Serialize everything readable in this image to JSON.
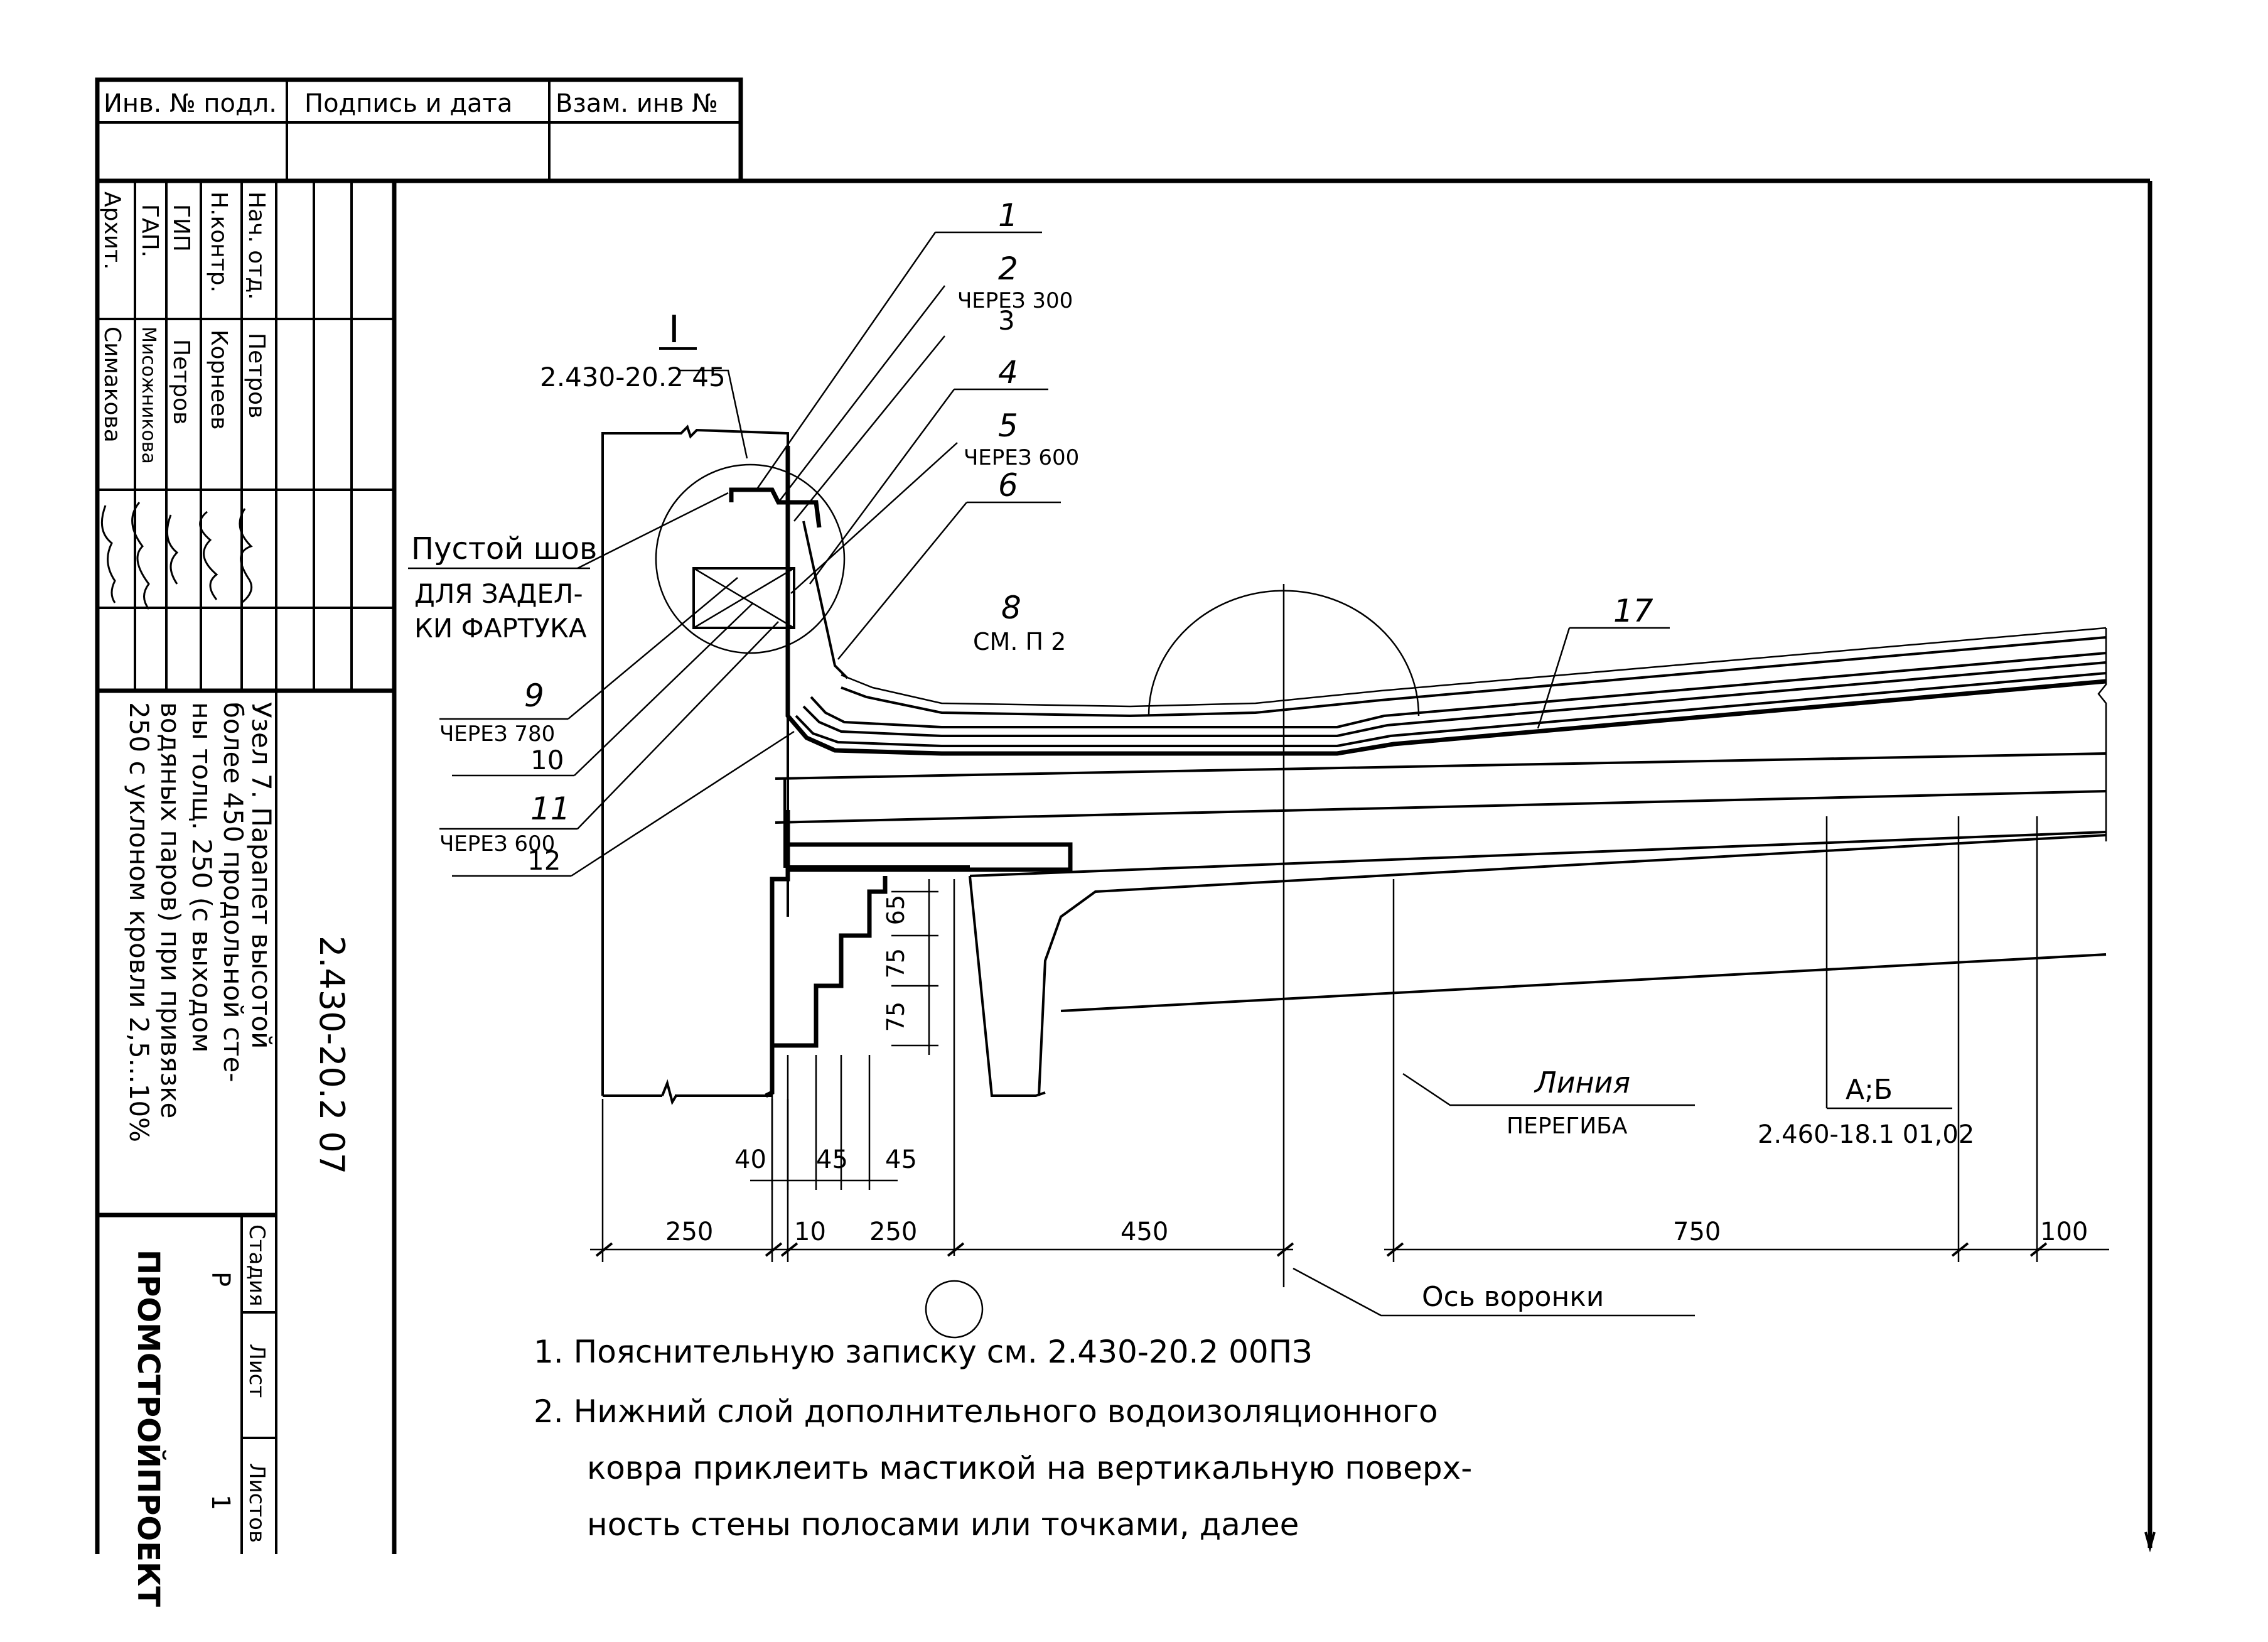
{
  "stamp": {
    "inv_podl": "Инв. № подл.",
    "podpis_data": "Подпись и дата",
    "vzam_inv": "Взам. инв №"
  },
  "signers": [
    {
      "role": "Нач. отд.",
      "name": "Петров"
    },
    {
      "role": "Н.контр.",
      "name": "Корнеев"
    },
    {
      "role": "ГИП",
      "name": "Петров"
    },
    {
      "role": "ГАП.",
      "name": "Мисожникова"
    },
    {
      "role": "Архит.",
      "name": "Симакова"
    }
  ],
  "title_block": {
    "description": [
      "Узел 7. Парапет высотой",
      "более 450 продольной сте-",
      "ны толщ. 250 (с выходом",
      "водяных паров) при привязке",
      "250 с уклоном кровли 2,5...10%"
    ],
    "doc_number": "2.430-20.2 07",
    "organization": "ПРОМСТРОЙПРОЕКТ",
    "stage_header": "Стадия",
    "stage_value": "Р",
    "sheet_header": "Лист",
    "sheet_value": "",
    "sheets_header": "Листов",
    "sheets_value": "1"
  },
  "drawing": {
    "node_mark": "I",
    "node_ref": "2.430-20.2 45",
    "callouts": [
      {
        "num": "1",
        "note": ""
      },
      {
        "num": "2",
        "note": "ЧЕРЕЗ 300"
      },
      {
        "num": "3",
        "note": ""
      },
      {
        "num": "4",
        "note": ""
      },
      {
        "num": "5",
        "note": "ЧЕРЕЗ 600"
      },
      {
        "num": "6",
        "note": ""
      },
      {
        "num": "8",
        "note": "СМ. П 2"
      },
      {
        "num": "17",
        "note": ""
      },
      {
        "num": "9",
        "note": "ЧЕРЕЗ 780"
      },
      {
        "num": "10",
        "note": ""
      },
      {
        "num": "11",
        "note": "ЧЕРЕЗ 600"
      },
      {
        "num": "12",
        "note": ""
      }
    ],
    "empty_joint": [
      "Пустой шов",
      "ДЛЯ ЗАДЕЛ-",
      "КИ ФАРТУКА"
    ],
    "bend_line": [
      "Линия",
      "ПЕРЕГИБА"
    ],
    "ab_ref": [
      "А;Б",
      "2.460-18.1 01,02"
    ],
    "funnel_axis": "Ось воронки",
    "step_dims": [
      "65",
      "75",
      "75"
    ],
    "small_dims": [
      "40",
      "45",
      "45"
    ],
    "bottom_dims": [
      "250",
      "10",
      "250",
      "450",
      "750",
      "100"
    ]
  },
  "notes": [
    "1. Пояснительную записку см. 2.430-20.2 00ПЗ",
    "2. Нижний слой дополнительного водоизоляционного",
    "ковра приклеить мастикой на вертикальную поверх-",
    "ность стены полосами или точками, далее"
  ]
}
